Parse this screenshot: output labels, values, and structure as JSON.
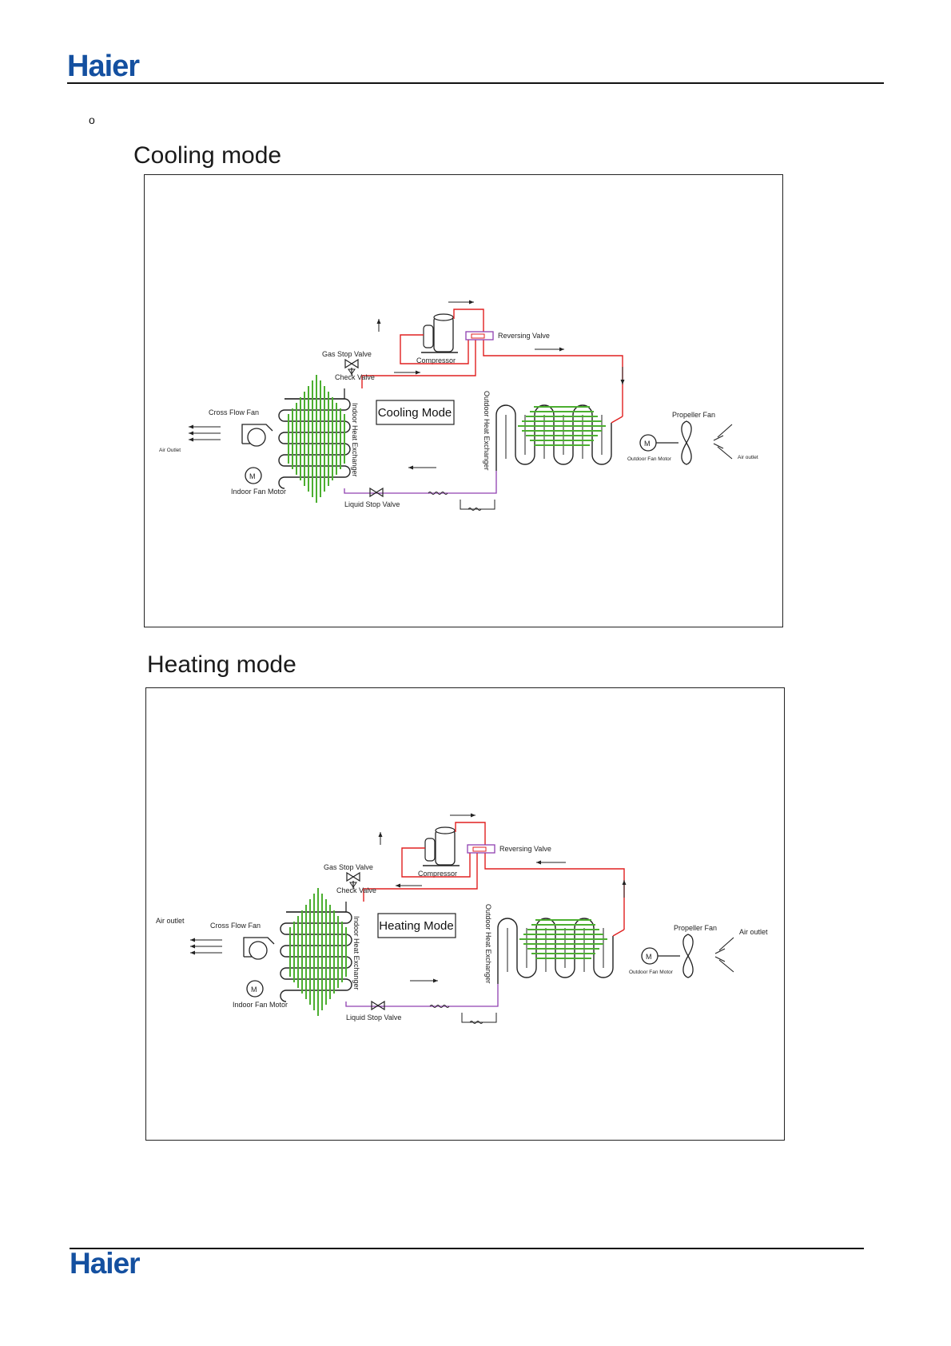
{
  "header": {
    "logo": "Haier"
  },
  "bullet": "o",
  "sections": {
    "cooling": {
      "title": "Cooling mode",
      "mode_label": "Cooling Mode",
      "labels": {
        "reversing_valve": "Reversing Valve",
        "compressor": "Compressor",
        "gas_stop_valve": "Gas Stop Valve",
        "check_valve": "Check Valve",
        "indoor_hx": "Indoor Heat Exchanger",
        "outdoor_hx": "Outdoor Heat Exchanger",
        "cross_flow_fan": "Cross Flow Fan",
        "air_outlet_left": "Air Outlet",
        "indoor_fan_motor": "Indoor Fan Motor",
        "liquid_stop_valve": "Liquid Stop Valve",
        "propeller_fan": "Propeller Fan",
        "outdoor_fan_motor": "Outdoor Fan Motor",
        "air_outlet_right": "Air outlet",
        "motor_symbol": "M"
      }
    },
    "heating": {
      "title": "Heating mode",
      "mode_label": "Heating Mode",
      "labels": {
        "reversing_valve": "Reversing Valve",
        "compressor": "Compressor",
        "gas_stop_valve": "Gas Stop Valve",
        "check_valve": "Check Valve",
        "indoor_hx": "Indoor Heat Exchanger",
        "outdoor_hx": "Outdoor Heat Exchanger",
        "cross_flow_fan": "Cross Flow Fan",
        "air_outlet_left": "Air outlet",
        "indoor_fan_motor": "Indoor Fan Motor",
        "liquid_stop_valve": "Liquid Stop Valve",
        "propeller_fan": "Propeller Fan",
        "outdoor_fan_motor": "Outdoor Fan Motor",
        "air_outlet_right": "Air outlet",
        "motor_symbol": "M"
      }
    }
  },
  "footer": {
    "logo": "Haier"
  },
  "colors": {
    "brand": "#1450a0",
    "refrigerant_hot": "#e02020",
    "refrigerant_liquid": "#9040b0",
    "airflow_fins": "#4caf30"
  }
}
